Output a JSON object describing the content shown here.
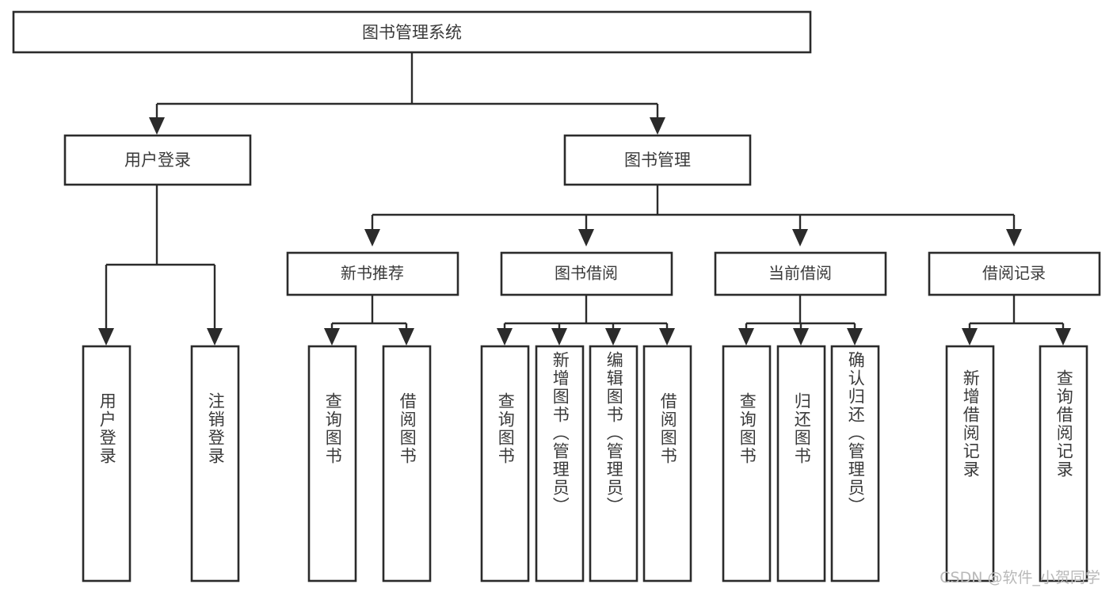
{
  "diagram": {
    "title": "图书管理系统",
    "type": "tree",
    "orientation": "top-down",
    "colors": {
      "box_stroke": "#2b2b2b",
      "box_fill": "#ffffff",
      "text": "#3a3a3a",
      "connector": "#2b2b2b",
      "watermark": "#b9b9b9",
      "background": "#ffffff"
    },
    "root": {
      "label": "图书管理系统"
    },
    "level2": [
      {
        "label": "用户登录"
      },
      {
        "label": "图书管理"
      }
    ],
    "level3": [
      {
        "label": "新书推荐"
      },
      {
        "label": "图书借阅"
      },
      {
        "label": "当前借阅"
      },
      {
        "label": "借阅记录"
      }
    ],
    "leaves": {
      "user_login": [
        {
          "label": "用户登录"
        },
        {
          "label": "注销登录"
        }
      ],
      "new_book_recommend": [
        {
          "label": "查询图书"
        },
        {
          "label": "借阅图书"
        }
      ],
      "book_borrow": [
        {
          "label": "查询图书"
        },
        {
          "label": "新增图书（管理员）"
        },
        {
          "label": "编辑图书（管理员）"
        },
        {
          "label": "借阅图书"
        }
      ],
      "current_borrow": [
        {
          "label": "查询图书"
        },
        {
          "label": "归还图书"
        },
        {
          "label": "确认归还（管理员）"
        }
      ],
      "borrow_record": [
        {
          "label": "新增借阅记录"
        },
        {
          "label": "查询借阅记录"
        }
      ]
    },
    "watermark": "CSDN @软件_小贺同学"
  }
}
